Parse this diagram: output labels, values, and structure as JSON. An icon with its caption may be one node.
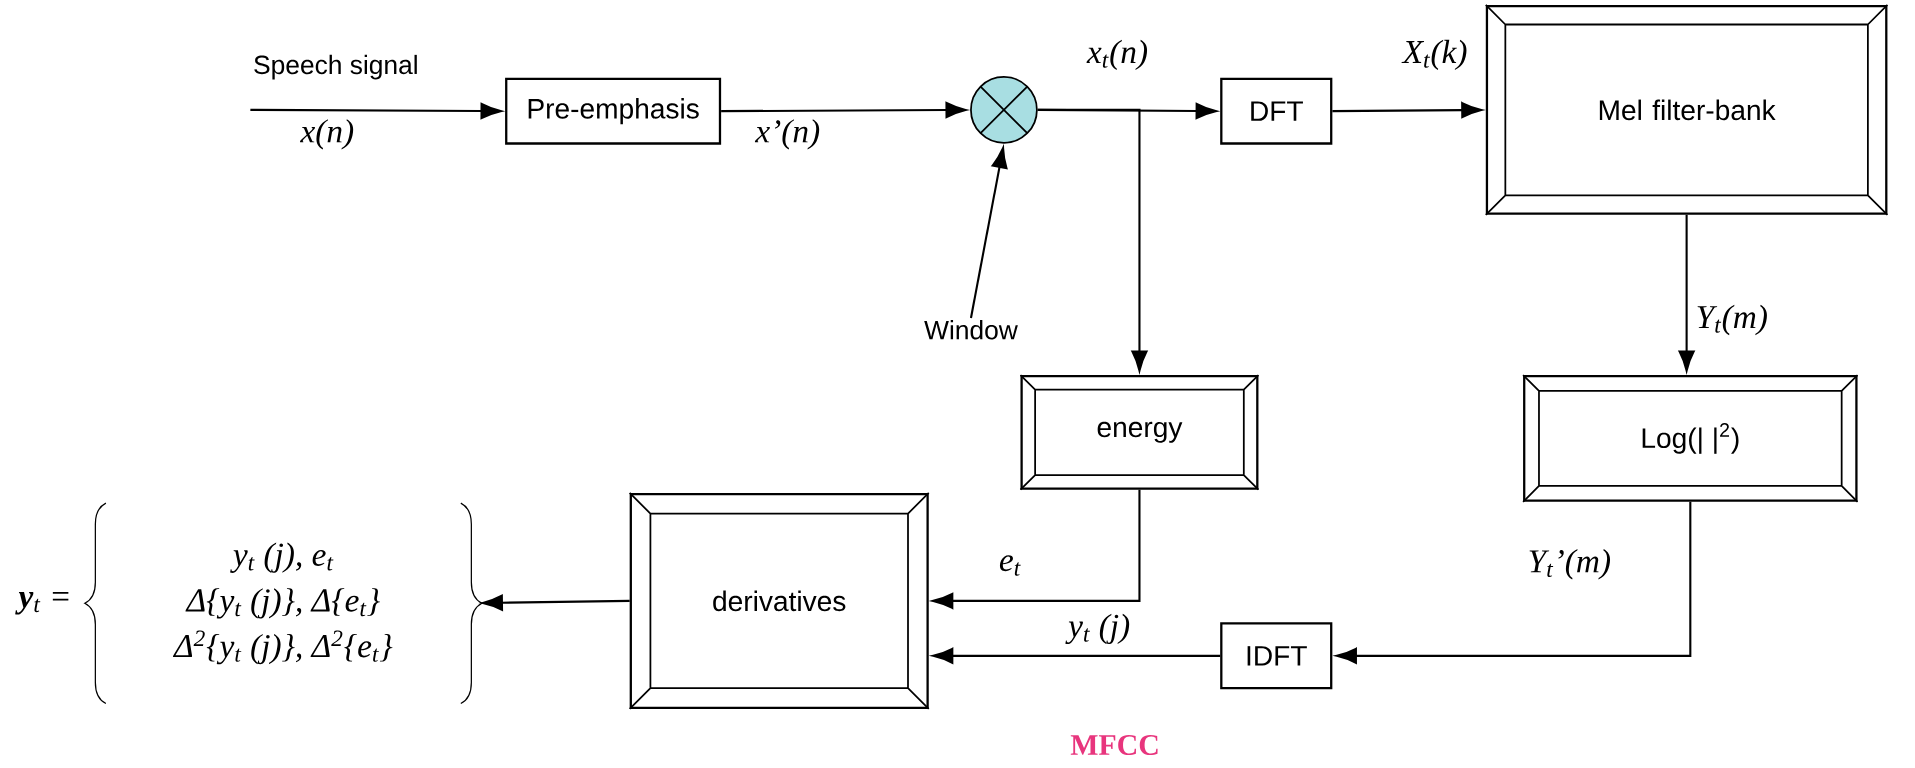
{
  "diagram": {
    "nodes": [
      {
        "text": [
          "Pre-emphasis"
        ]
      },
      {
        "text": [],
        "shape": "circle"
      },
      {
        "text": [
          "Window"
        ]
      },
      {
        "text": [
          "DFT"
        ]
      },
      {
        "text": [
          "Mel filter-bank"
        ]
      },
      {
        "text": [
          "energy"
        ]
      },
      {
        "text": [
          "Log(| |$^{2}$)"
        ]
      },
      {
        "text": [
          "IDFT"
        ]
      },
      {
        "text": [
          "derivatives"
        ]
      },
      {
        "text": [
          "**y**$_{t}$ =",
          "y$_{t}$ (j), e$_{t}$",
          "Δ{y$_{t}$ (j)}, Δ{e$_{t}$}",
          "Δ$^{2}${y$_{t}$ (j)}, Δ$^{2}${e$_{t}$}"
        ]
      }
    ],
    "edges": [
      {
        "from": null,
        "to": 0,
        "arrow": "to",
        "label": "x(n)"
      },
      {
        "from": 0,
        "to": 1,
        "arrow": "to",
        "label": "x’(n)"
      },
      {
        "from": 2,
        "to": 1,
        "arrow": "to"
      },
      {
        "from": 1,
        "to": 3,
        "arrow": "to",
        "label": "x$_{t}$(n)"
      },
      {
        "from": 1,
        "to": 5,
        "arrow": "to"
      },
      {
        "from": 3,
        "to": 4,
        "arrow": "to",
        "label": "X$_{t}$(k)"
      },
      {
        "from": 4,
        "to": 6,
        "arrow": "to",
        "label": "Y$_{t}$(m)"
      },
      {
        "from": 6,
        "to": 7,
        "arrow": "to",
        "label": "Y$_{t}$’(m)"
      },
      {
        "from": 7,
        "to": 8,
        "arrow": "to",
        "label": "y$_{t}$ (j)"
      },
      {
        "from": 5,
        "to": 8,
        "arrow": "to",
        "label": "e$_{t}$"
      },
      {
        "from": 8,
        "to": 9,
        "arrow": "to"
      }
    ],
    "labels": [
      "Speech signal",
      "MFCC"
    ]
  }
}
